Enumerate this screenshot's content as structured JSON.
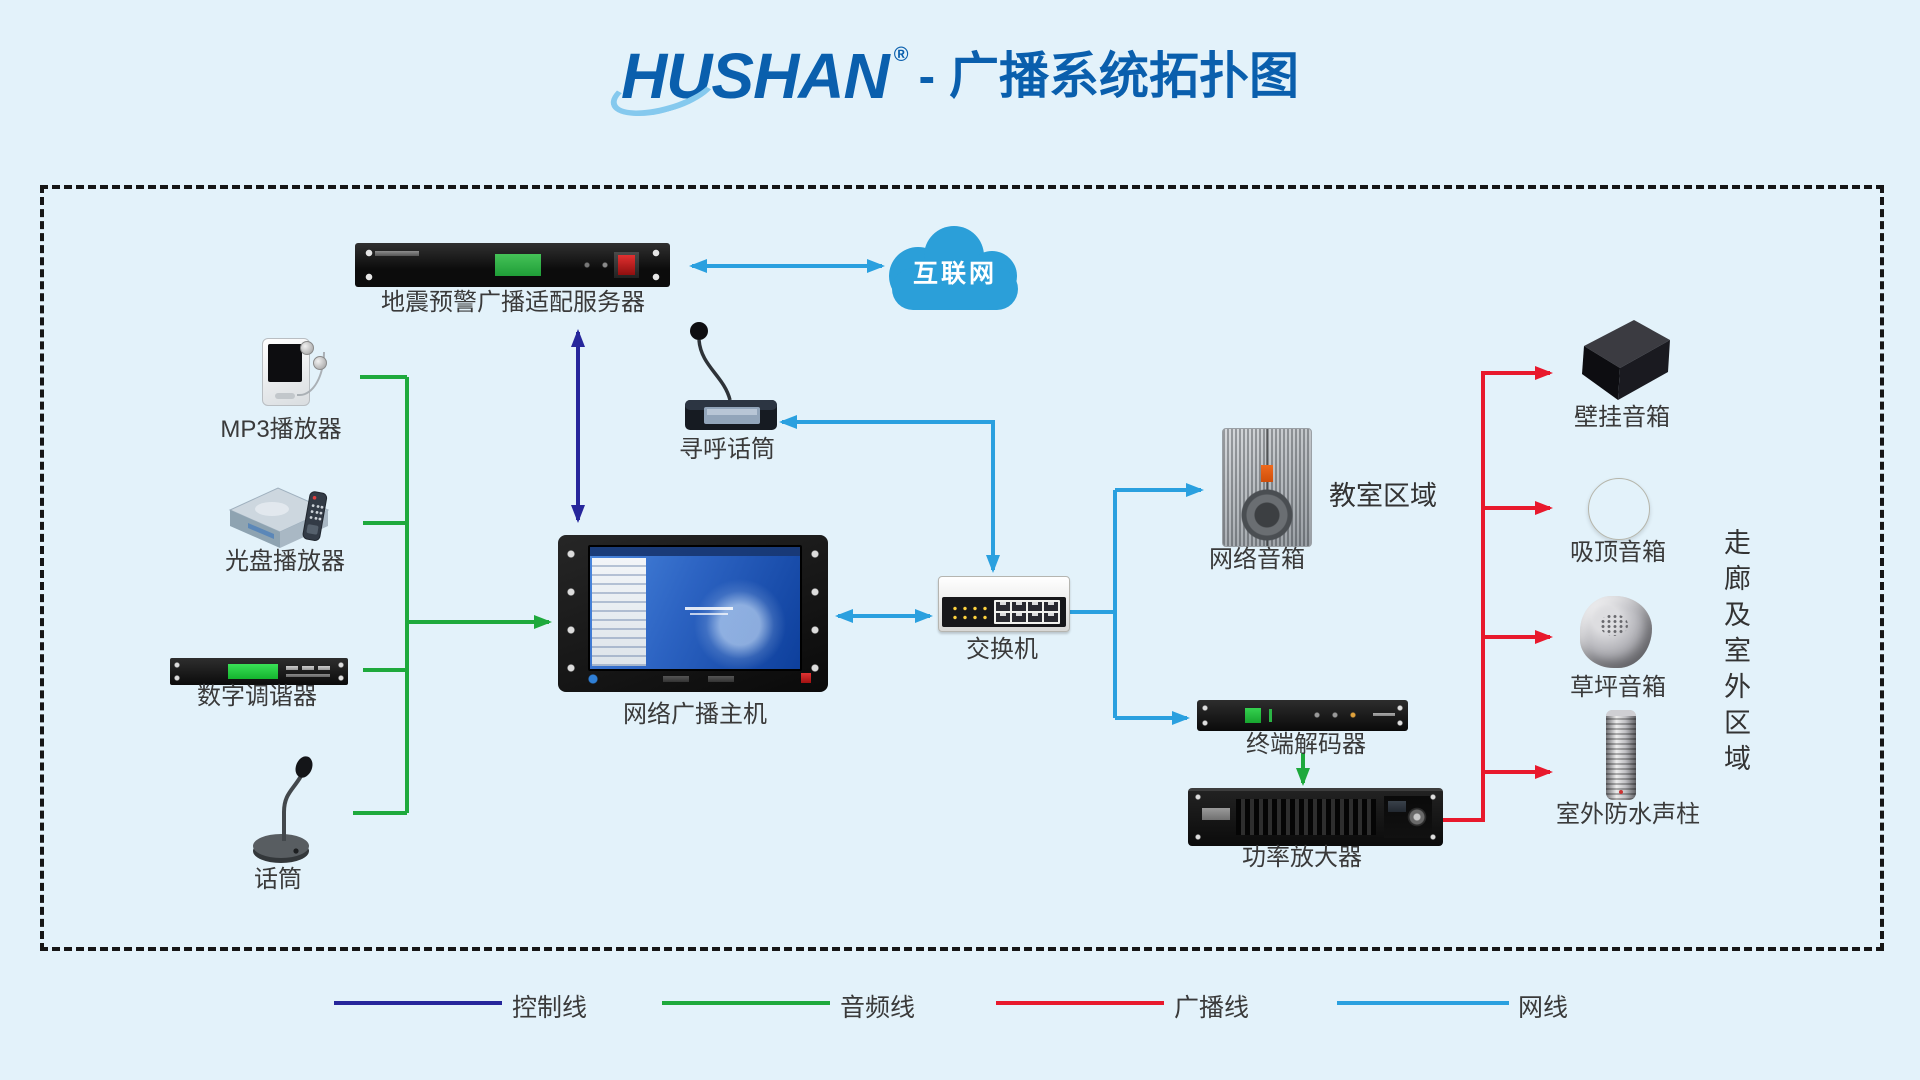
{
  "title": {
    "brand": "HUSHAN",
    "registered": "®",
    "suffix": "- 广播系统拓扑图"
  },
  "devices": {
    "earthquake_server": {
      "label": "地震预警广播适配服务器"
    },
    "internet_cloud": {
      "label": "互联网"
    },
    "mp3_player": {
      "label": "MP3播放器"
    },
    "cd_player": {
      "label": "光盘播放器"
    },
    "digital_tuner": {
      "label": "数字调谐器"
    },
    "microphone": {
      "label": "话筒"
    },
    "broadcast_host": {
      "label": "网络广播主机"
    },
    "paging_mic": {
      "label": "寻呼话筒"
    },
    "switch": {
      "label": "交换机"
    },
    "network_speaker": {
      "label": "网络音箱"
    },
    "terminal_decoder": {
      "label": "终端解码器"
    },
    "power_amplifier": {
      "label": "功率放大器"
    },
    "wall_speaker": {
      "label": "壁挂音箱"
    },
    "ceiling_speaker": {
      "label": "吸顶音箱"
    },
    "lawn_speaker": {
      "label": "草坪音箱"
    },
    "outdoor_column": {
      "label": "室外防水声柱"
    }
  },
  "zones": {
    "classroom": {
      "label": "教室区域"
    },
    "corridor": {
      "label": "走廊及室外区域"
    }
  },
  "legend": [
    {
      "label": "控制线",
      "color": "#26269B"
    },
    {
      "label": "音频线",
      "color": "#1EA93C"
    },
    {
      "label": "广播线",
      "color": "#E8192C"
    },
    {
      "label": "网线",
      "color": "#2AA0DF"
    }
  ],
  "colors": {
    "background": "#E3F2FA",
    "title_blue": "#0A5FAD",
    "logo_swoosh": "#85C9EE",
    "cloud_blue": "#2B9FD9",
    "control_line": "#26269B",
    "audio_line": "#1EA93C",
    "broadcast_line": "#E8192C",
    "network_line": "#2AA0DF",
    "label_text": "#3A3A3A"
  }
}
